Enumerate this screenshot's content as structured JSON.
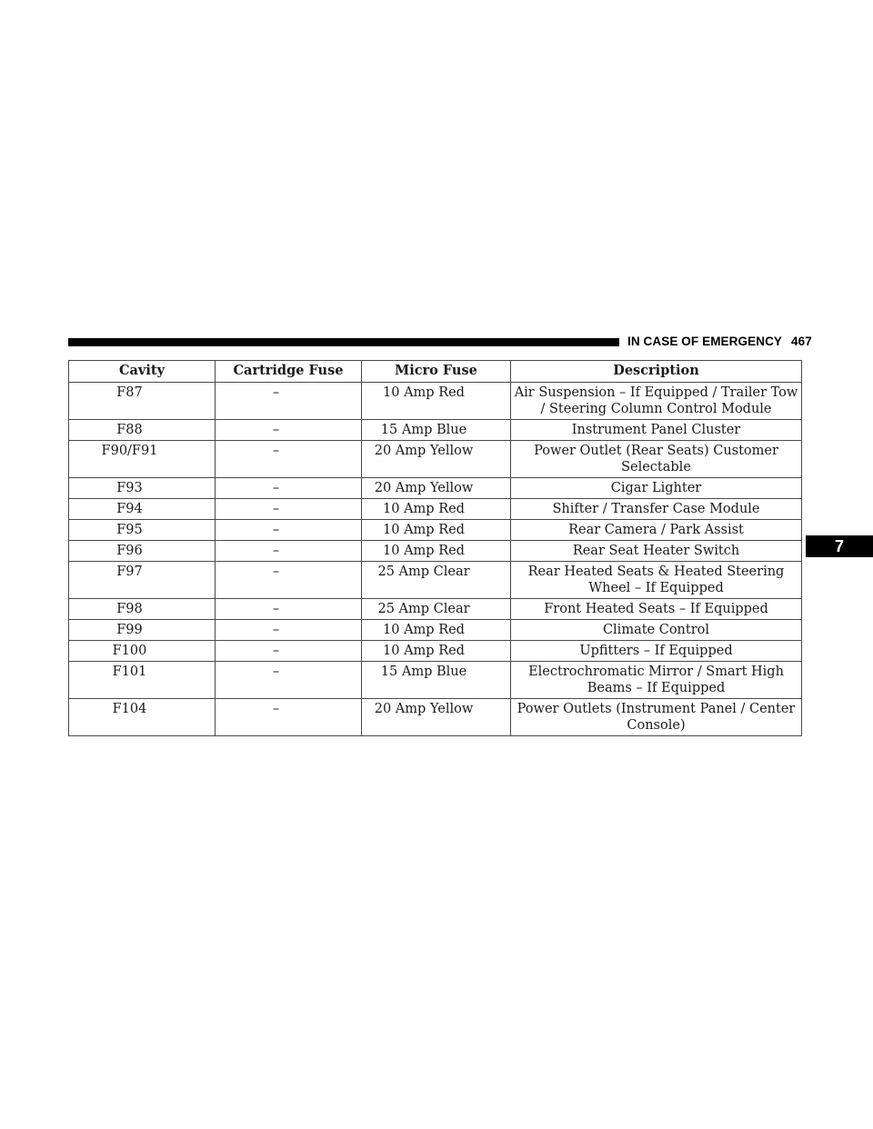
{
  "header": {
    "section": "IN CASE OF EMERGENCY",
    "page_number": "467"
  },
  "chapter_tab": "7",
  "table": {
    "columns": [
      "Cavity",
      "Cartridge Fuse",
      "Micro Fuse",
      "Description"
    ],
    "rows": [
      {
        "cavity": "F87",
        "cartridge": "–",
        "micro": "10 Amp Red",
        "description": "Air Suspension – If Equipped / Trailer Tow / Steering Column Control Module"
      },
      {
        "cavity": "F88",
        "cartridge": "–",
        "micro": "15 Amp Blue",
        "description": "Instrument Panel Cluster"
      },
      {
        "cavity": "F90/F91",
        "cartridge": "–",
        "micro": "20 Amp Yellow",
        "description": "Power Outlet (Rear Seats) Customer Selectable"
      },
      {
        "cavity": "F93",
        "cartridge": "–",
        "micro": "20 Amp Yellow",
        "description": "Cigar Lighter"
      },
      {
        "cavity": "F94",
        "cartridge": "–",
        "micro": "10 Amp Red",
        "description": "Shifter / Transfer Case Module"
      },
      {
        "cavity": "F95",
        "cartridge": "–",
        "micro": "10 Amp Red",
        "description": "Rear Camera / Park Assist"
      },
      {
        "cavity": "F96",
        "cartridge": "–",
        "micro": "10 Amp Red",
        "description": "Rear Seat Heater Switch"
      },
      {
        "cavity": "F97",
        "cartridge": "–",
        "micro": "25 Amp Clear",
        "description": "Rear Heated Seats & Heated Steering Wheel – If Equipped"
      },
      {
        "cavity": "F98",
        "cartridge": "–",
        "micro": "25 Amp Clear",
        "description": "Front Heated Seats – If Equipped"
      },
      {
        "cavity": "F99",
        "cartridge": "–",
        "micro": "10 Amp Red",
        "description": "Climate Control"
      },
      {
        "cavity": "F100",
        "cartridge": "–",
        "micro": "10 Amp Red",
        "description": "Upfitters – If Equipped"
      },
      {
        "cavity": "F101",
        "cartridge": "–",
        "micro": "15 Amp Blue",
        "description": "Electrochromatic Mirror / Smart High Beams – If Equipped"
      },
      {
        "cavity": "F104",
        "cartridge": "–",
        "micro": "20 Amp Yellow",
        "description": "Power Outlets (Instrument Panel / Center Console)"
      }
    ]
  }
}
